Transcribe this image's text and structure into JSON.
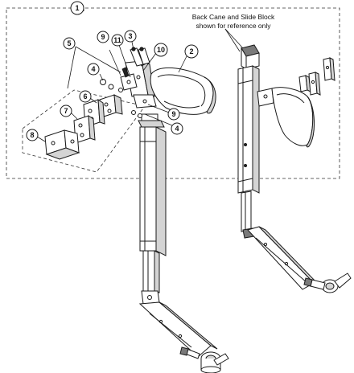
{
  "note": {
    "line1": "Back Cane and Slide Block",
    "line2": "shown for reference only"
  },
  "callouts": {
    "c1": "1",
    "c2": "2",
    "c3": "3",
    "c4a": "4",
    "c4b": "4",
    "c5": "5",
    "c6": "6",
    "c7": "7",
    "c8": "8",
    "c9a": "9",
    "c9b": "9",
    "c10": "10",
    "c11": "11"
  }
}
